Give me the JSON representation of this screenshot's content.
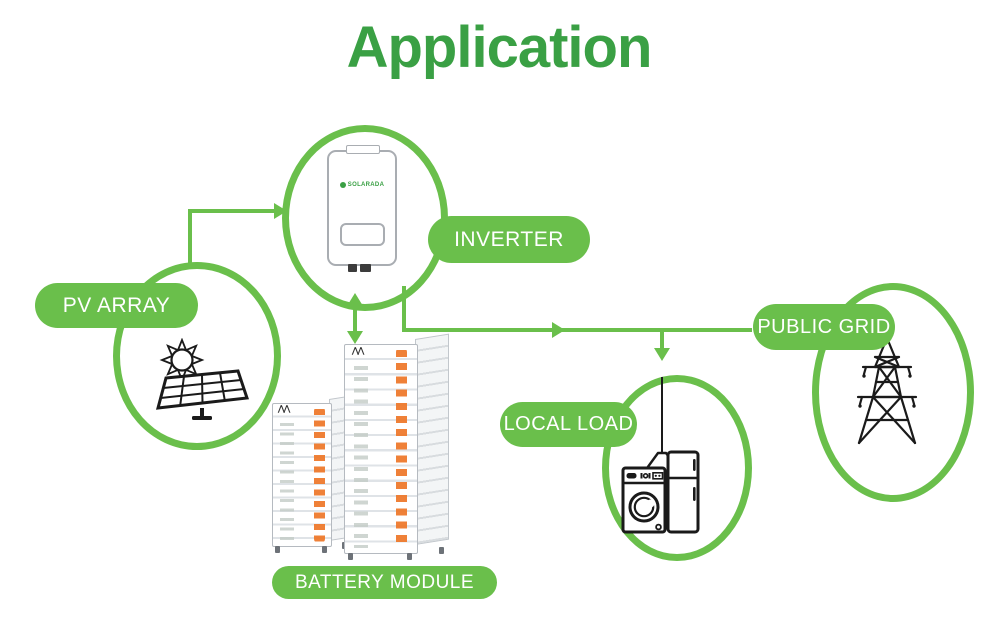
{
  "title": "Application",
  "colors": {
    "accent_green": "#6abf4b",
    "title_green": "#3aa044",
    "cable_orange": "#ee7a2d",
    "line_art_black": "#1a1a1a"
  },
  "nodes": {
    "pv_array": {
      "label": "PV ARRAY",
      "icon": "solar-panel-sun-icon"
    },
    "inverter": {
      "label": "INVERTER",
      "icon": "inverter-device-image",
      "device_logo": "SOLARADA"
    },
    "battery": {
      "label": "BATTERY MODULE",
      "icon": "battery-rack-image"
    },
    "local_load": {
      "label": "LOCAL LOAD",
      "icons": [
        "pendant-lamp-icon",
        "washing-machine-icon",
        "refrigerator-icon"
      ]
    },
    "public_grid": {
      "label": "PUBLIC GRID",
      "icon": "transmission-tower-icon"
    }
  },
  "connections": [
    {
      "from": "pv-array",
      "to": "inverter",
      "style": "arrow"
    },
    {
      "from": "inverter",
      "to": "battery",
      "style": "double-arrow"
    },
    {
      "from": "inverter",
      "to": "public-grid",
      "style": "arrow"
    },
    {
      "from": "inverter",
      "to": "local-load",
      "style": "arrow"
    }
  ]
}
